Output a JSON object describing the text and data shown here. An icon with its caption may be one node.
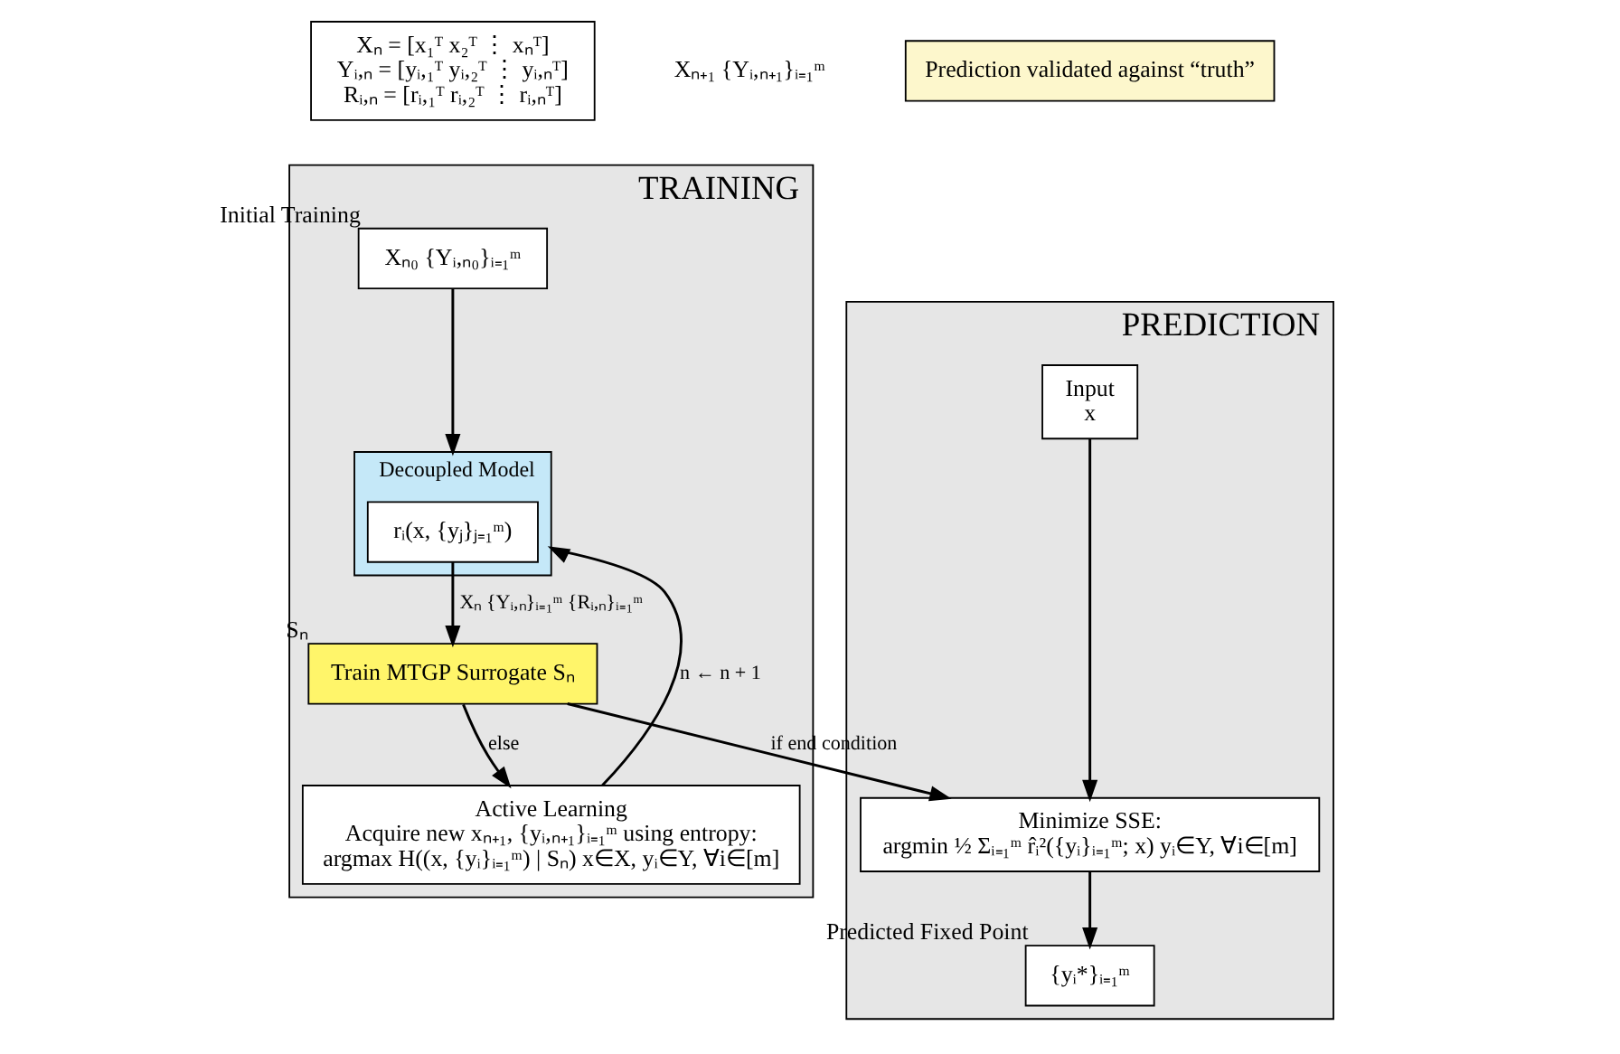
{
  "diagram": {
    "nodes": [
      {
        "text": [
          "Xₙ = [x₁ᵀ x₂ᵀ ⋮ xₙᵀ]",
          "Yᵢ,ₙ = [yᵢ,₁ᵀ yᵢ,₂ᵀ ⋮ yᵢ,ₙᵀ]",
          "Rᵢ,ₙ = [rᵢ,₁ᵀ rᵢ,₂ᵀ ⋮ rᵢ,ₙᵀ]"
        ]
      },
      {
        "text": [
          "Prediction validated against “truth”"
        ]
      },
      {
        "text": [
          "TRAINING"
        ]
      },
      {
        "text": [
          "Xₙ₀ {Yᵢ,ₙ₀}ᵢ₌₁ᵐ"
        ],
        "in": 2,
        "beside": [
          "Initial Training"
        ]
      },
      {
        "text": [
          "Decoupled Model"
        ],
        "in": 2
      },
      {
        "text": [
          "rᵢ(x, {yⱼ}ⱼ₌₁ᵐ)"
        ],
        "in": 4
      },
      {
        "text": [
          "Train MTGP Surrogate Sₙ"
        ],
        "in": 2,
        "beside": [
          "Sₙ"
        ]
      },
      {
        "text": [
          "Active Learning",
          "Acquire new xₙ₊₁, {yᵢ,ₙ₊₁}ᵢ₌₁ᵐ using entropy:",
          "argmax H((x, {yᵢ}ᵢ₌₁ᵐ) | Sₙ) x∈X, yᵢ∈Y, ∀i∈[m]"
        ],
        "in": 2
      },
      {
        "text": [
          "PREDICTION"
        ]
      },
      {
        "text": [
          "Input",
          "x"
        ],
        "in": 8
      },
      {
        "text": [
          "Minimize SSE:",
          "argmin ½ Σᵢ₌₁ᵐ r̂ᵢ²({yᵢ}ᵢ₌₁ᵐ; x) yᵢ∈Y, ∀i∈[m]"
        ],
        "in": 8
      },
      {
        "text": [
          "{yᵢ*}ᵢ₌₁ᵐ"
        ],
        "in": 8,
        "beside": [
          "Predicted Fixed Point"
        ]
      }
    ],
    "edges": [
      {
        "from": 3,
        "to": 4,
        "arrow": "to"
      },
      {
        "from": 5,
        "to": 6,
        "arrow": "to",
        "label": "Xₙ {Yᵢ,ₙ}ᵢ₌₁ᵐ {Rᵢ,ₙ}ᵢ₌₁ᵐ"
      },
      {
        "from": 6,
        "to": 10,
        "arrow": "to",
        "label": "if end condition"
      },
      {
        "from": 6,
        "to": 7,
        "arrow": "to",
        "label": "else"
      },
      {
        "from": 7,
        "to": 4,
        "arrow": "to",
        "label": "n ← n + 1"
      },
      {
        "from": 9,
        "to": 10,
        "arrow": "to"
      },
      {
        "from": 10,
        "to": 11,
        "arrow": "to"
      }
    ],
    "labels": [
      "Xₙ₊₁ {Yᵢ,ₙ₊₁}ᵢ₌₁ᵐ"
    ]
  }
}
